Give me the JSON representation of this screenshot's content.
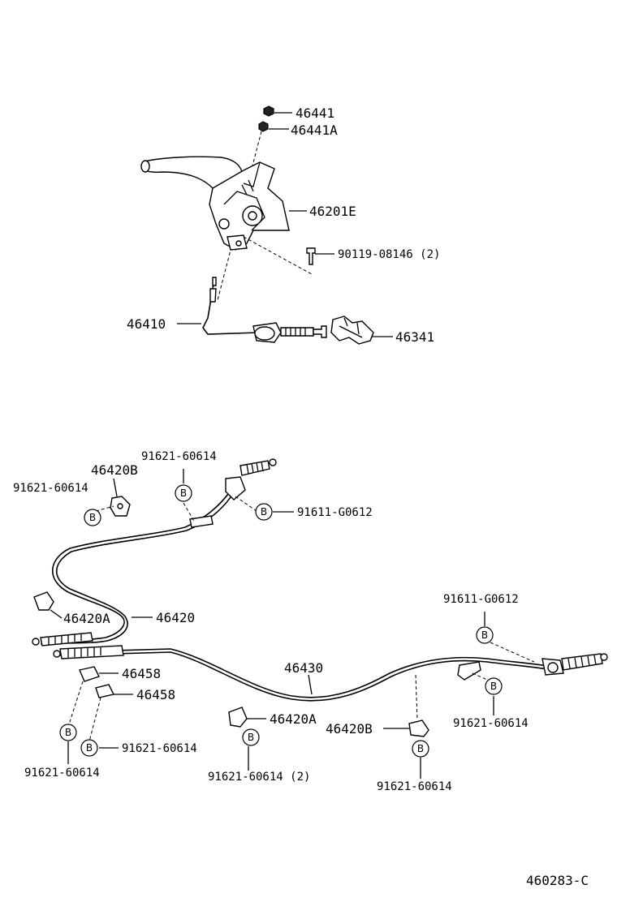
{
  "diagram_id": "460283-C",
  "marker_letter": "B",
  "parts": {
    "p46441": "46441",
    "p46441A": "46441A",
    "p46201E": "46201E",
    "p90119": "90119-08146 (2)",
    "p46410": "46410",
    "p46341": "46341",
    "p91621_top": "91621-60614",
    "p46420B_top": "46420B",
    "p91621_left": "91621-60614",
    "p91611_top": "91611-G0612",
    "p46420A_left": "46420A",
    "p46420": "46420",
    "p91611_right": "91611-G0612",
    "p46430": "46430",
    "p46458_a": "46458",
    "p46458_b": "46458",
    "p91621_mid": "91621-60614",
    "p91621_bl": "91621-60614",
    "p46420A_mid": "46420A",
    "p91621_2": "91621-60614 (2)",
    "p46420B_mid": "46420B",
    "p91621_bm": "91621-60614",
    "p91621_r": "91621-60614"
  }
}
